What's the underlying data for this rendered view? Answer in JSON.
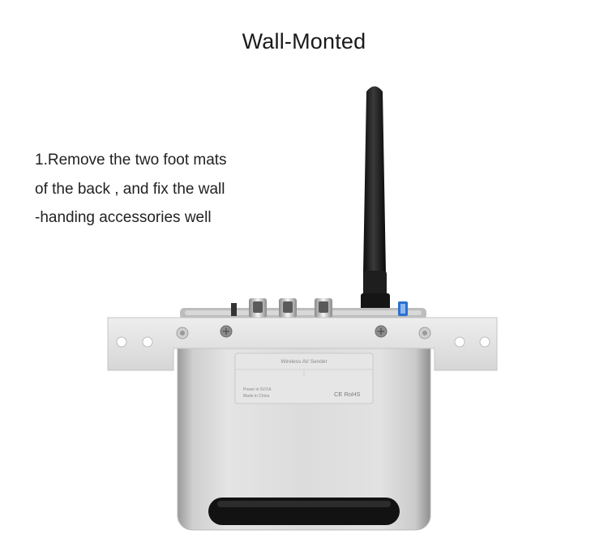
{
  "title": "Wall-Monted",
  "instructions": [
    "1.Remove the two foot mats",
    "of  the back , and fix the wall",
    "-handing accessories well"
  ],
  "device": {
    "label_title": "Wireless AV Sender",
    "power_text": "Power in 5V/1A",
    "origin_text": "Made in China",
    "cert_text": "CE RoHS"
  },
  "colors": {
    "bracket": "#e2e2e2",
    "body": "#d9d9d9",
    "antenna": "#1c1c1c",
    "foot": "#141414"
  }
}
